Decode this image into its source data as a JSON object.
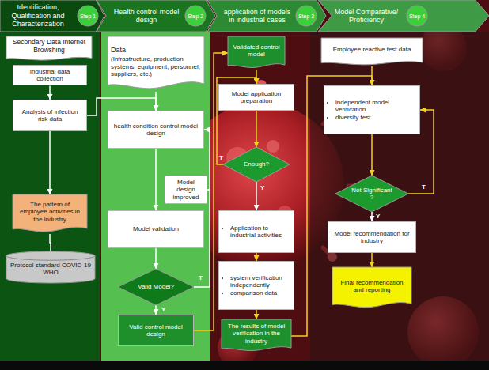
{
  "diagram": {
    "nodes": [
      {
        "text": [
          "Identification, Qualification and Characterization"
        ]
      },
      {
        "text": [
          "Step 1"
        ],
        "in": 0
      },
      {
        "text": [
          "Health control model design"
        ]
      },
      {
        "text": [
          "Step 2"
        ],
        "in": 2
      },
      {
        "text": [
          "application of models in industrial cases"
        ]
      },
      {
        "text": [
          "Step 3"
        ],
        "in": 4
      },
      {
        "text": [
          "Model Comparative/ Proficiency"
        ]
      },
      {
        "text": [
          "Step 4"
        ],
        "in": 6
      },
      {
        "text": [
          "Secondary Data Internet Browshing"
        ]
      },
      {
        "text": [
          "Industrial data collection"
        ]
      },
      {
        "text": [
          "Analysis of infection risk data"
        ]
      },
      {
        "text": [
          "The pattern of employee activities in the industry"
        ]
      },
      {
        "text": [
          "Protocol standard COVID-19 WHO"
        ]
      },
      {
        "text": [
          "Data",
          "(Infrastructure, production systems, equipment, personnel, suppliers, etc.)"
        ]
      },
      {
        "text": [
          "health condition control model design"
        ]
      },
      {
        "text": [
          "Model design improved"
        ]
      },
      {
        "text": [
          "Model validation"
        ]
      },
      {
        "text": [
          "Valid Model?"
        ]
      },
      {
        "text": [
          "Valid control model design"
        ]
      },
      {
        "text": [
          "Validated control model"
        ]
      },
      {
        "text": [
          "Model application preparation"
        ]
      },
      {
        "text": [
          "Enough?"
        ]
      },
      {
        "text": [
          "Application to industrial activities"
        ]
      },
      {
        "text": [
          "system verification independently",
          "comparison data"
        ]
      },
      {
        "text": [
          "The results of model verification in the industry"
        ]
      },
      {
        "text": [
          "Employee reactive test data"
        ]
      },
      {
        "text": [
          "independent model verification",
          "diversity test"
        ]
      },
      {
        "text": [
          "Not Significant ?"
        ]
      },
      {
        "text": [
          "Model recommendation for industry"
        ]
      },
      {
        "text": [
          "Final recommendation and reporting"
        ]
      }
    ],
    "edges": [
      {
        "from": 9,
        "to": 10,
        "arrow": "to"
      },
      {
        "from": 10,
        "to": 11,
        "arrow": "to"
      },
      {
        "from": 11,
        "to": 12,
        "arrow": "none"
      },
      {
        "from": 10,
        "to": 14,
        "arrow": "to"
      },
      {
        "from": 13,
        "to": 14,
        "arrow": "to"
      },
      {
        "from": 14,
        "to": 16,
        "arrow": "to"
      },
      {
        "from": 16,
        "to": 17,
        "arrow": "to"
      },
      {
        "from": 17,
        "to": 18,
        "label": "Y",
        "arrow": "to"
      },
      {
        "from": 17,
        "to": 15,
        "label": "T",
        "arrow": "none"
      },
      {
        "from": 15,
        "to": 14,
        "arrow": "to"
      },
      {
        "from": 18,
        "to": 19,
        "arrow": "to"
      },
      {
        "from": 19,
        "to": 20,
        "arrow": "to"
      },
      {
        "from": 20,
        "to": 21,
        "arrow": "to"
      },
      {
        "from": 21,
        "to": 22,
        "label": "Y",
        "arrow": "to"
      },
      {
        "from": 21,
        "to": 20,
        "label": "T",
        "arrow": "to"
      },
      {
        "from": 22,
        "to": 23,
        "arrow": "to"
      },
      {
        "from": 23,
        "to": 24,
        "arrow": "to"
      },
      {
        "from": 24,
        "to": 26,
        "arrow": "to"
      },
      {
        "from": 25,
        "to": 26,
        "arrow": "to"
      },
      {
        "from": 26,
        "to": 27,
        "arrow": "to"
      },
      {
        "from": 27,
        "to": 28,
        "label": "Y",
        "arrow": "to"
      },
      {
        "from": 27,
        "to": 26,
        "label": "T",
        "arrow": "to"
      },
      {
        "from": 28,
        "to": 29,
        "arrow": "to"
      }
    ]
  }
}
